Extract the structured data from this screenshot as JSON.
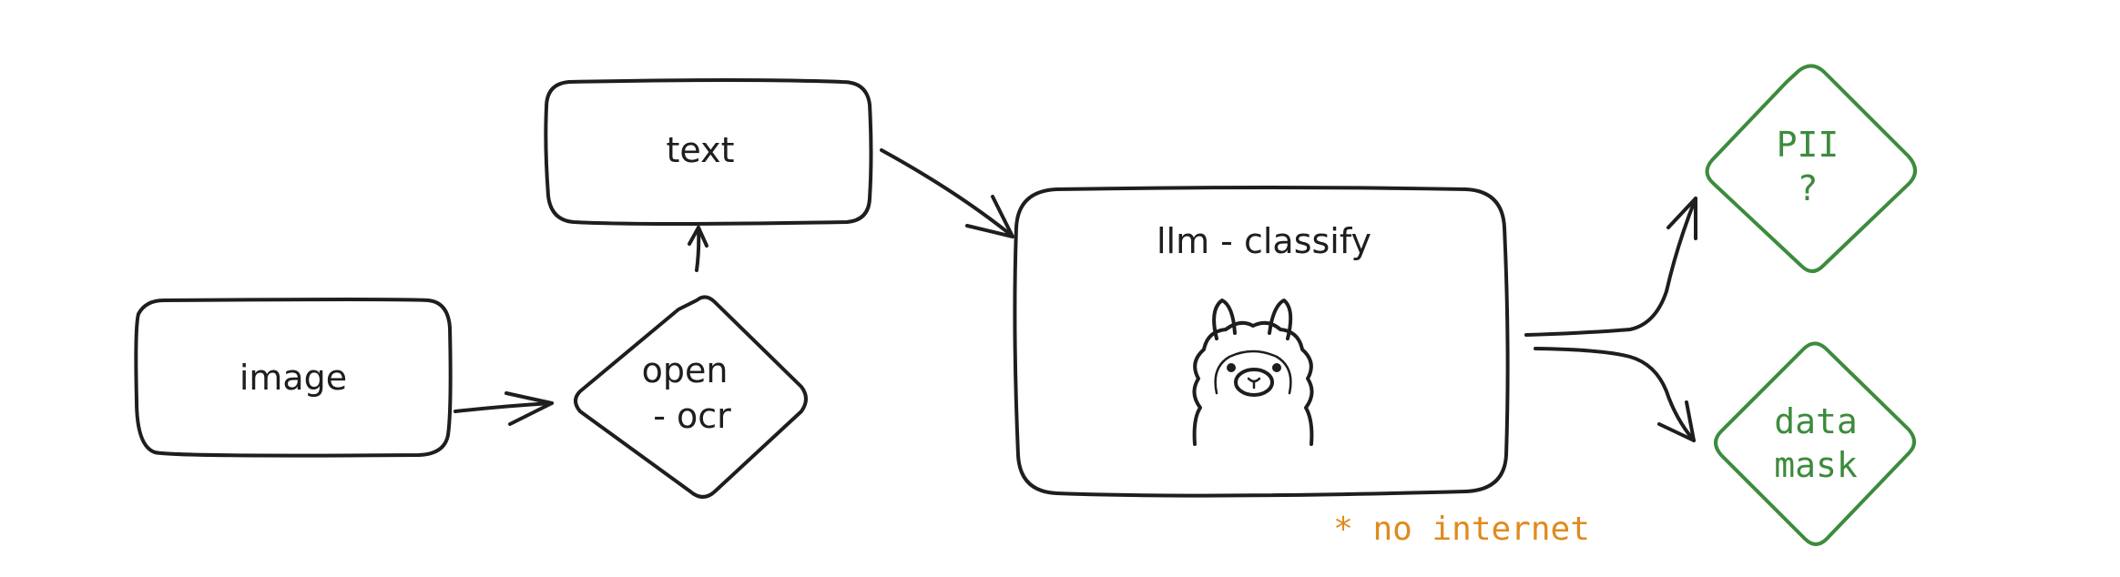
{
  "nodes": {
    "image": {
      "label": "image"
    },
    "open_ocr": {
      "line1": "open",
      "line2": "- ocr"
    },
    "text": {
      "label": "text"
    },
    "llm_classify": {
      "label": "llm - classify",
      "icon": "llama-icon"
    },
    "pii": {
      "line1": "PII",
      "line2": "?"
    },
    "data_mask": {
      "line1": "data",
      "line2": "mask"
    }
  },
  "annotation": {
    "label": "* no internet"
  },
  "colors": {
    "stroke": "#1e1e1e",
    "green": "#3d8b3d",
    "orange": "#e08a1e"
  }
}
